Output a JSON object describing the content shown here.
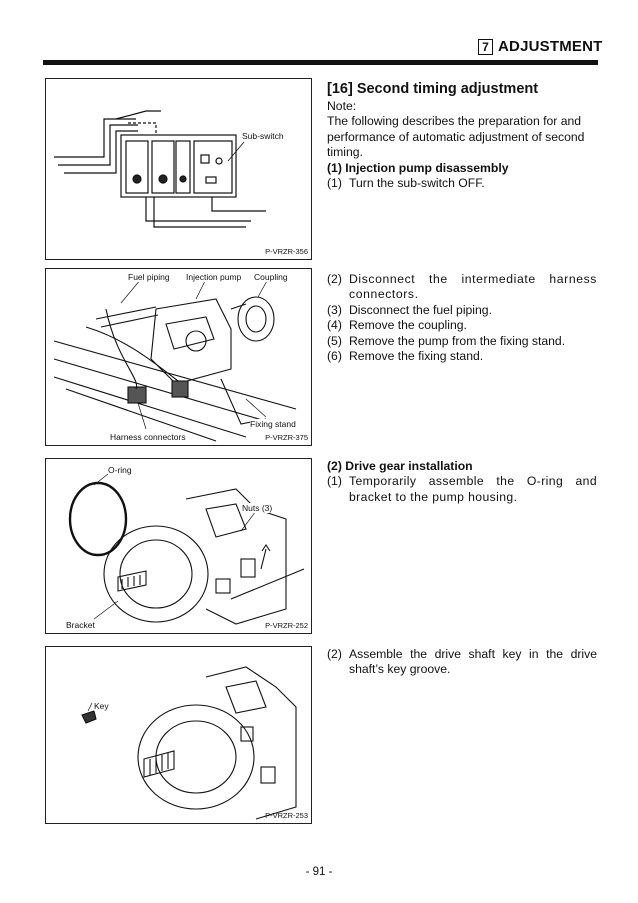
{
  "header": {
    "section_number": "7",
    "section_title": "ADJUSTMENT"
  },
  "figures": [
    {
      "labels": {
        "sub_switch": "Sub-switch"
      },
      "code": "P-VRZR-356"
    },
    {
      "labels": {
        "fuel_piping": "Fuel piping",
        "injection_pump": "Injection pump",
        "coupling": "Coupling",
        "fixing_stand": "Fixing stand",
        "harness_connectors": "Harness connectors"
      },
      "code": "P-VRZR-375"
    },
    {
      "labels": {
        "o_ring": "O-ring",
        "nuts": "Nuts (3)",
        "bracket": "Bracket"
      },
      "code": "P-VRZR-252"
    },
    {
      "labels": {
        "key": "Key"
      },
      "code": "P-VRZR-253"
    }
  ],
  "section": {
    "title": "[16] Second timing adjustment",
    "note_label": "Note:",
    "note_text": "The following describes the preparation for and performance of automatic adjustment of second timing.",
    "subsection1": "(1) Injection pump disassembly",
    "steps1": [
      {
        "num": "(1)",
        "text": "Turn the sub-switch OFF."
      }
    ],
    "steps2": [
      {
        "num": "(2)",
        "text": "Disconnect the intermediate harness connectors."
      },
      {
        "num": "(3)",
        "text": "Disconnect the fuel piping."
      },
      {
        "num": "(4)",
        "text": "Remove the coupling."
      },
      {
        "num": "(5)",
        "text": "Remove the pump from the fixing stand."
      },
      {
        "num": "(6)",
        "text": "Remove the fixing stand."
      }
    ],
    "subsection2": "(2) Drive gear installation",
    "steps3": [
      {
        "num": "(1)",
        "text": "Temporarily assemble the O-ring and bracket to the pump housing."
      }
    ],
    "steps4": [
      {
        "num": "(2)",
        "text": "Assemble the drive shaft key in the drive shaft’s key groove."
      }
    ]
  },
  "page_number": "- 91 -"
}
